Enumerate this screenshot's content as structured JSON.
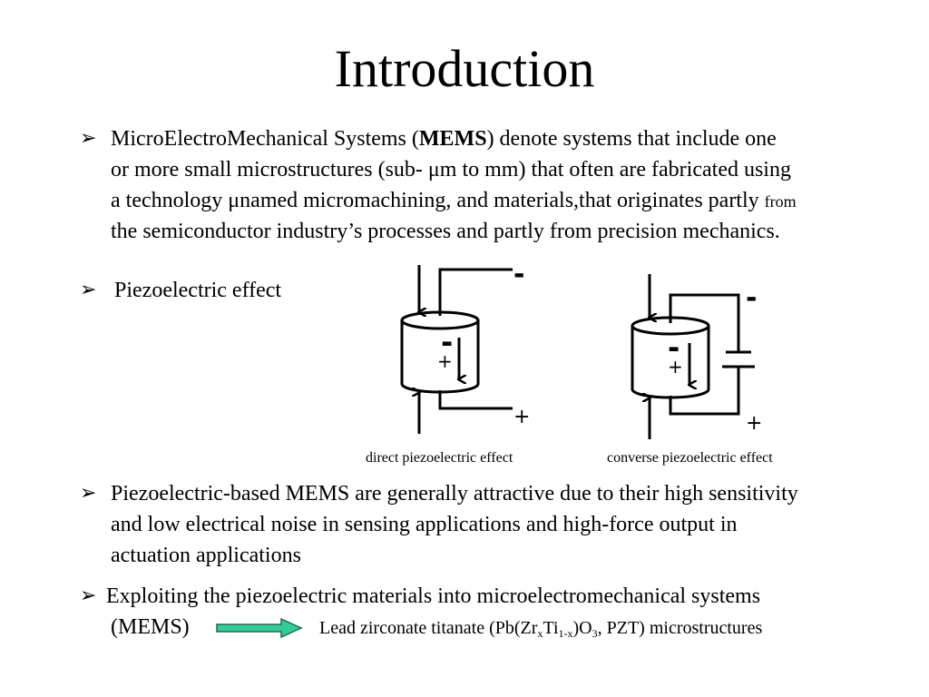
{
  "title": "Introduction",
  "bullet_glyph": "➢",
  "bullet1": {
    "line1_pre": "MicroElectroMechanical Systems (",
    "line1_bold": "MEMS",
    "line1_post": ") denote systems that include one",
    "line2": "or more small microstructures (sub- μm to mm) that often are fabricated using",
    "line3_main": "a technology μnamed micromachining, and materials,that originates partly",
    "line3_small": "from",
    "line4": "the semiconductor industry’s processes and partly from precision mechanics."
  },
  "bullet2": {
    "text": "Piezoelectric effect"
  },
  "diagram": {
    "direct": {
      "caption": "direct piezoelectric effect",
      "top_sign": "-",
      "bottom_sign": "+",
      "inner_minus": "-",
      "inner_plus": "+"
    },
    "converse": {
      "caption": "converse piezoelectric effect",
      "top_sign": "-",
      "bottom_sign": "+",
      "inner_minus": "-",
      "inner_plus": "+"
    }
  },
  "bullet3": {
    "line1": "Piezoelectric-based MEMS are generally attractive due to their high sensitivity",
    "line2": "and low electrical noise in sensing applications and high-force output in",
    "line3": "actuation applications"
  },
  "bullet4": {
    "line1": "Exploiting the piezoelectric materials into microelectromechanical systems",
    "line2": "(MEMS)",
    "arrow_color": "#33cc99",
    "pzt": {
      "pre": "Lead zirconate titanate (Pb(Zr",
      "sub1": "x",
      "mid1": "Ti",
      "sub2": "1-x",
      "mid2": ")O",
      "sub3": "3",
      "post": ", PZT)  microstructures"
    }
  }
}
